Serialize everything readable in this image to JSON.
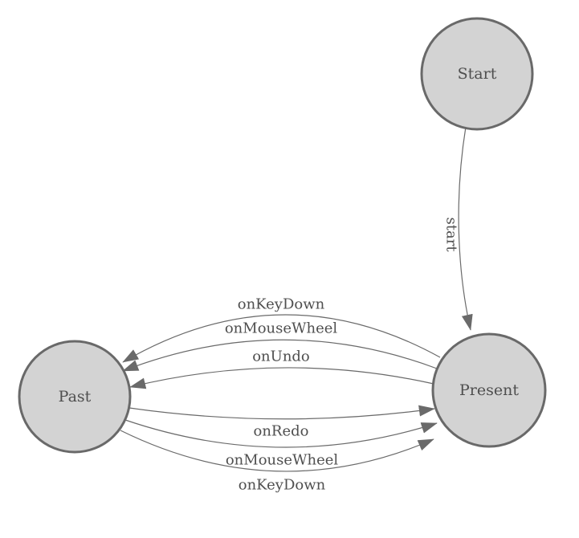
{
  "diagram": {
    "type": "state-machine",
    "colors": {
      "background": "#ffffff",
      "node_fill": "#d3d3d3",
      "node_stroke": "#696969",
      "edge_color": "#6a6a6a",
      "label_color": "#4f4f4f"
    },
    "nodes": [
      {
        "id": "start",
        "label": "Start"
      },
      {
        "id": "present",
        "label": "Present"
      },
      {
        "id": "past",
        "label": "Past"
      }
    ],
    "edges": [
      {
        "from": "start",
        "to": "present",
        "label": "start"
      },
      {
        "from": "present",
        "to": "past",
        "label": "onKeyDown"
      },
      {
        "from": "present",
        "to": "past",
        "label": "onMouseWheel"
      },
      {
        "from": "present",
        "to": "past",
        "label": "onUndo"
      },
      {
        "from": "past",
        "to": "present",
        "label": "onRedo"
      },
      {
        "from": "past",
        "to": "present",
        "label": "onMouseWheel"
      },
      {
        "from": "past",
        "to": "present",
        "label": "onKeyDown"
      }
    ]
  }
}
